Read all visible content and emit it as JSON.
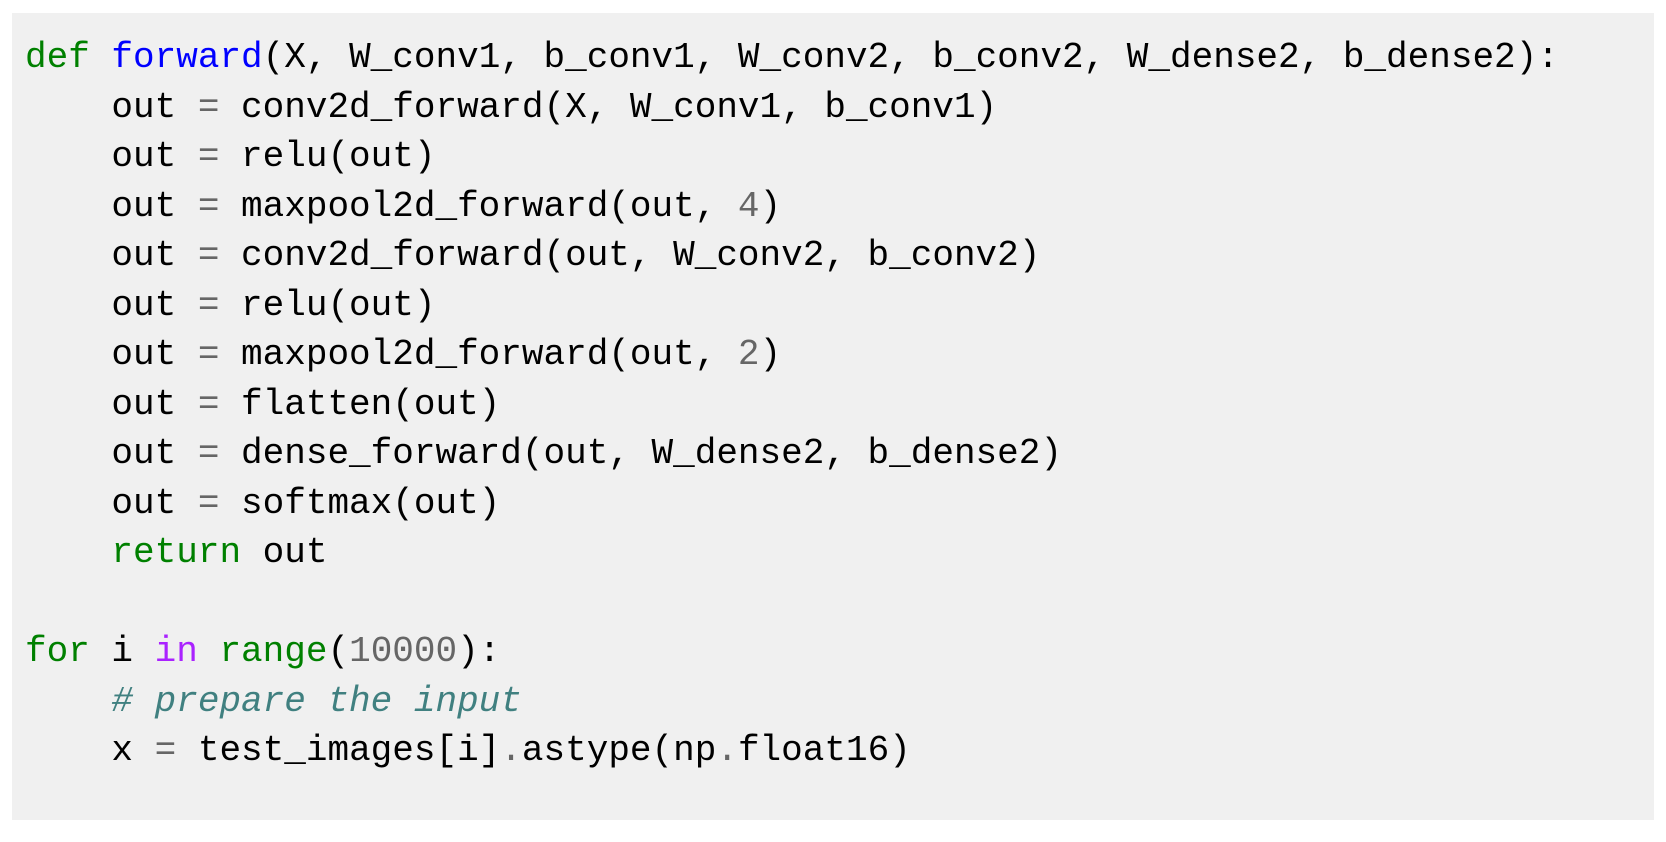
{
  "page": {
    "background": "#ffffff"
  },
  "code_block": {
    "background": "#f0f0f0",
    "language": "python",
    "colors": {
      "plain": "#000000",
      "keyword": "#008000",
      "function": "#0000ff",
      "builtin": "#008000",
      "operator": "#666666",
      "operator_word": "#aa22ff",
      "number": "#666666",
      "comment": "#408080"
    },
    "lines": [
      [
        {
          "t": "def",
          "c": "keyword"
        },
        {
          "t": " ",
          "c": "plain"
        },
        {
          "t": "forward",
          "c": "function"
        },
        {
          "t": "(X, W_conv1, b_conv1, W_conv2, b_conv2, W_dense2, b_dense2):",
          "c": "plain"
        }
      ],
      [
        {
          "t": "    out ",
          "c": "plain"
        },
        {
          "t": "=",
          "c": "operator"
        },
        {
          "t": " conv2d_forward(X, W_conv1, b_conv1)",
          "c": "plain"
        }
      ],
      [
        {
          "t": "    out ",
          "c": "plain"
        },
        {
          "t": "=",
          "c": "operator"
        },
        {
          "t": " relu(out)",
          "c": "plain"
        }
      ],
      [
        {
          "t": "    out ",
          "c": "plain"
        },
        {
          "t": "=",
          "c": "operator"
        },
        {
          "t": " maxpool2d_forward(out, ",
          "c": "plain"
        },
        {
          "t": "4",
          "c": "number"
        },
        {
          "t": ")",
          "c": "plain"
        }
      ],
      [
        {
          "t": "    out ",
          "c": "plain"
        },
        {
          "t": "=",
          "c": "operator"
        },
        {
          "t": " conv2d_forward(out, W_conv2, b_conv2)",
          "c": "plain"
        }
      ],
      [
        {
          "t": "    out ",
          "c": "plain"
        },
        {
          "t": "=",
          "c": "operator"
        },
        {
          "t": " relu(out)",
          "c": "plain"
        }
      ],
      [
        {
          "t": "    out ",
          "c": "plain"
        },
        {
          "t": "=",
          "c": "operator"
        },
        {
          "t": " maxpool2d_forward(out, ",
          "c": "plain"
        },
        {
          "t": "2",
          "c": "number"
        },
        {
          "t": ")",
          "c": "plain"
        }
      ],
      [
        {
          "t": "    out ",
          "c": "plain"
        },
        {
          "t": "=",
          "c": "operator"
        },
        {
          "t": " flatten(out)",
          "c": "plain"
        }
      ],
      [
        {
          "t": "    out ",
          "c": "plain"
        },
        {
          "t": "=",
          "c": "operator"
        },
        {
          "t": " dense_forward(out, W_dense2, b_dense2)",
          "c": "plain"
        }
      ],
      [
        {
          "t": "    out ",
          "c": "plain"
        },
        {
          "t": "=",
          "c": "operator"
        },
        {
          "t": " softmax(out)",
          "c": "plain"
        }
      ],
      [
        {
          "t": "    ",
          "c": "plain"
        },
        {
          "t": "return",
          "c": "keyword"
        },
        {
          "t": " out",
          "c": "plain"
        }
      ],
      [],
      [
        {
          "t": "for",
          "c": "keyword"
        },
        {
          "t": " i ",
          "c": "plain"
        },
        {
          "t": "in",
          "c": "operator_word"
        },
        {
          "t": " ",
          "c": "plain"
        },
        {
          "t": "range",
          "c": "builtin"
        },
        {
          "t": "(",
          "c": "plain"
        },
        {
          "t": "10000",
          "c": "number"
        },
        {
          "t": "):",
          "c": "plain"
        }
      ],
      [
        {
          "t": "    ",
          "c": "plain"
        },
        {
          "t": "# prepare the input",
          "c": "comment"
        }
      ],
      [
        {
          "t": "    x ",
          "c": "plain"
        },
        {
          "t": "=",
          "c": "operator"
        },
        {
          "t": " test_images[i]",
          "c": "plain"
        },
        {
          "t": ".",
          "c": "operator"
        },
        {
          "t": "astype(np",
          "c": "plain"
        },
        {
          "t": ".",
          "c": "operator"
        },
        {
          "t": "float16)",
          "c": "plain"
        }
      ]
    ]
  }
}
